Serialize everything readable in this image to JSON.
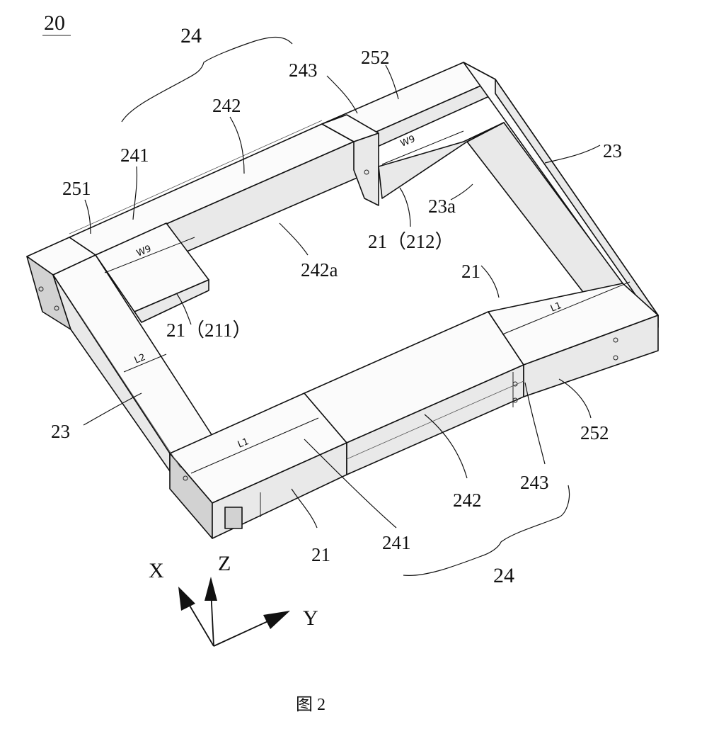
{
  "figure_number": "20",
  "caption": "图 2",
  "labels": {
    "l24_top": "24",
    "l24_bottom": "24",
    "l243_top": "243",
    "l252_top": "252",
    "l242_top": "242",
    "l241_top": "241",
    "l251": "251",
    "l23_right": "23",
    "l23a": "23a",
    "l21_212": "21（212）",
    "l242a": "242a",
    "l21_right": "21",
    "l21_211": "21（211）",
    "l23_left": "23",
    "l252_bottom": "252",
    "l243_bottom": "243",
    "l242_bottom": "242",
    "l241_bottom": "241",
    "l21_bottom": "21"
  },
  "dims": {
    "w9_top": "W9",
    "w9_left": "W9",
    "l2": "L2",
    "l1_front": "L1",
    "l1_right": "L1"
  },
  "axes": {
    "x": "X",
    "z": "Z",
    "y": "Y"
  }
}
